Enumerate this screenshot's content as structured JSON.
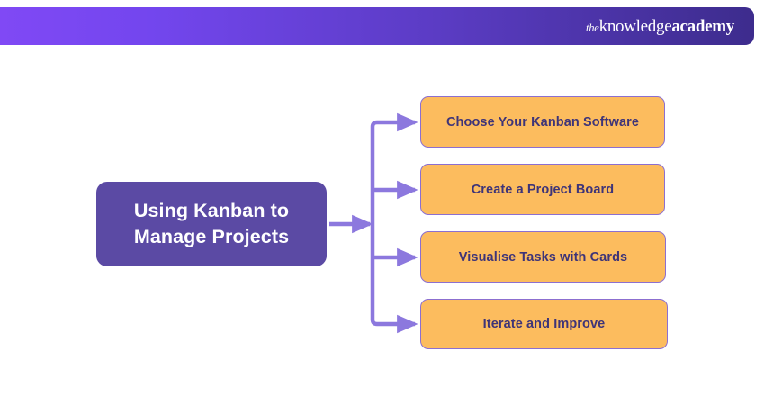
{
  "header": {
    "brand": {
      "prefix": "the",
      "middle": "knowledge",
      "suffix": "academy"
    },
    "gradient_from": "#8049f5",
    "gradient_to": "#3d2c8d"
  },
  "diagram": {
    "root": {
      "line1": "Using Kanban to",
      "line2": "Manage Projects",
      "background": "#5b4aa4",
      "text_color": "#ffffff"
    },
    "connector_color": "#8c78de",
    "branch_background": "#fcbc5e",
    "branch_border": "#8c6fd0",
    "branch_text_color": "#3e3478",
    "branches": [
      {
        "label": "Choose Your Kanban Software"
      },
      {
        "label": "Create a Project Board"
      },
      {
        "label": "Visualise Tasks with Cards"
      },
      {
        "label": "Iterate and Improve"
      }
    ]
  }
}
